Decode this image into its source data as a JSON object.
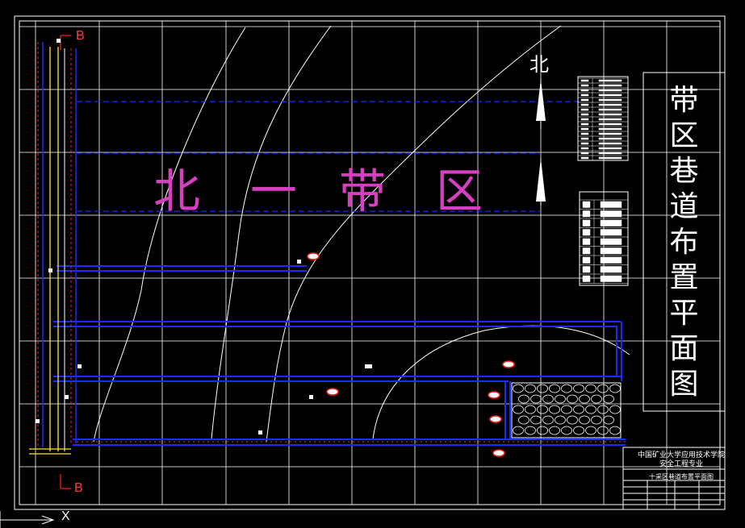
{
  "drawing": {
    "title_chars": [
      "带",
      "区",
      "巷",
      "道",
      "布",
      "置",
      "平",
      "面",
      "图"
    ],
    "north_label": "北",
    "zone_chars": [
      "北",
      "一",
      "带",
      "区"
    ],
    "section_mark_top": "B",
    "section_mark_bottom": "B",
    "axis_label": "X",
    "title_block": {
      "line1": "中国矿业大学应用技术学院",
      "line2": "安全工程专业",
      "line3": "十采区巷道布置平面图"
    }
  },
  "colors": {
    "background": "#000000",
    "frame": "#ffffff",
    "grid": "#ffffff",
    "roadway_blue": "#1a2bff",
    "roadway_red": "#ff2020",
    "zone_magenta": "#d63fbf",
    "yellow_line": "#ffe640"
  }
}
